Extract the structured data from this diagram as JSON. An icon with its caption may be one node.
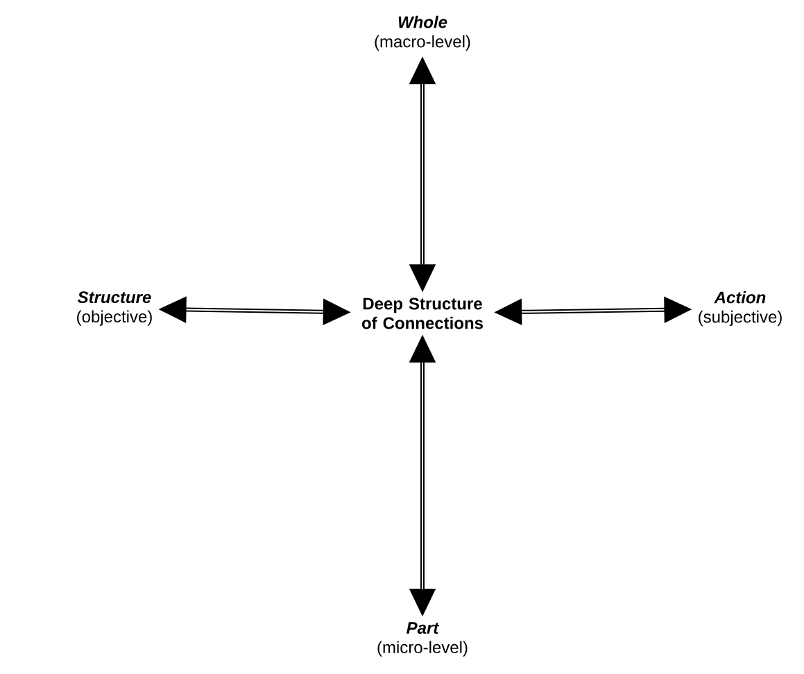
{
  "diagram": {
    "nodes": [
      {
        "text": [
          "Whole",
          "(macro-level)"
        ]
      },
      {
        "text": [
          "Structure",
          "(objective)"
        ]
      },
      {
        "text": [
          "Deep Structure of Connections"
        ]
      },
      {
        "text": [
          "Action",
          "(subjective)"
        ]
      },
      {
        "text": [
          "Part",
          "(micro-level)"
        ]
      }
    ],
    "edges": [
      {
        "from": 0,
        "to": 2,
        "arrow": "both"
      },
      {
        "from": 1,
        "to": 2,
        "arrow": "both"
      },
      {
        "from": 2,
        "to": 3,
        "arrow": "both"
      },
      {
        "from": 2,
        "to": 4,
        "arrow": "both"
      }
    ]
  }
}
